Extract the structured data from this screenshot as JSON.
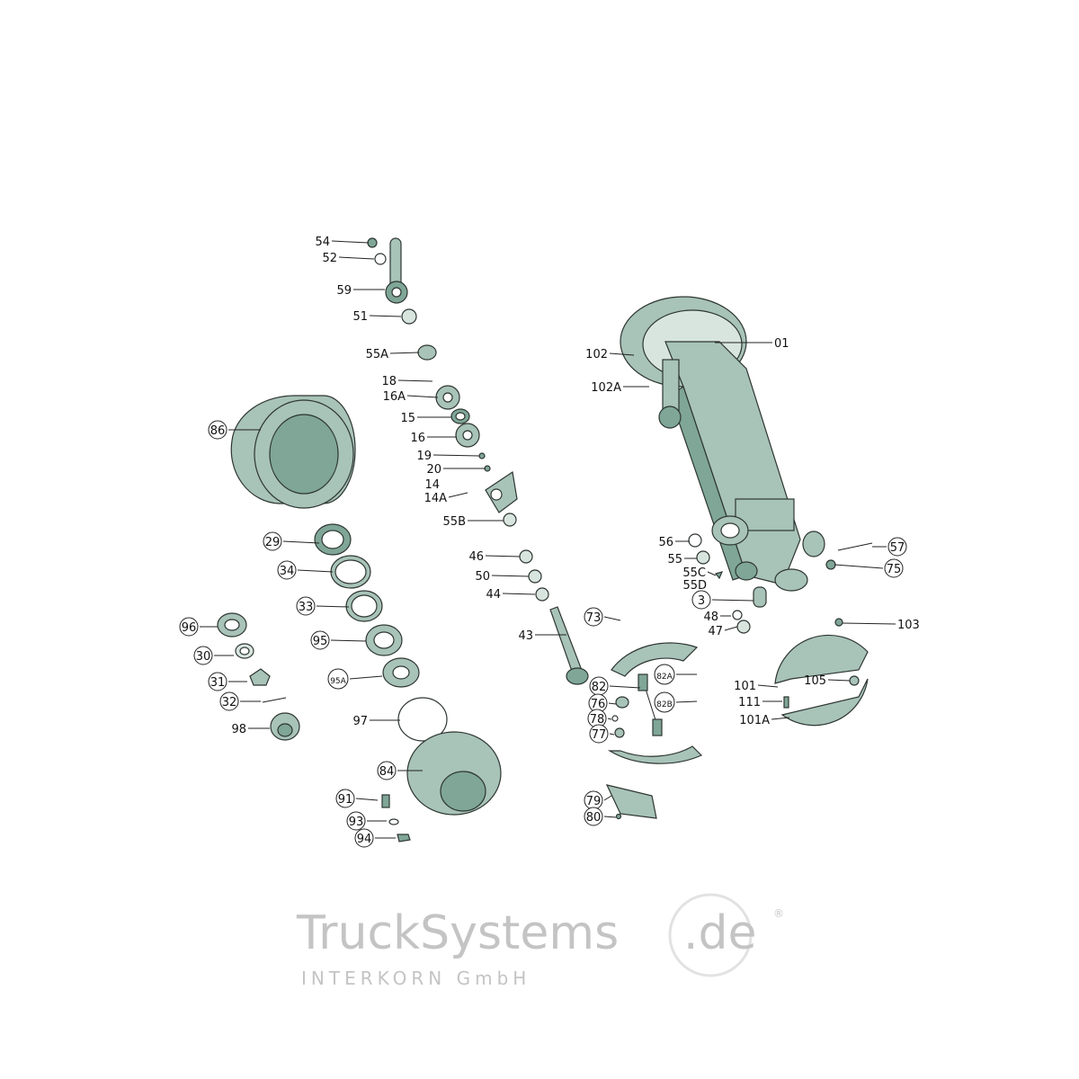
{
  "watermark": {
    "brand": "TruckSystems",
    "suffix": ".de",
    "company": "INTERKORN GmbH",
    "registered": "®"
  },
  "colors": {
    "part_fill": "#a8c3b8",
    "part_dark": "#7fa697",
    "outline": "#2d3532"
  },
  "callouts": [
    {
      "label": "54",
      "circled": false
    },
    {
      "label": "52",
      "circled": false
    },
    {
      "label": "59",
      "circled": false
    },
    {
      "label": "51",
      "circled": false
    },
    {
      "label": "55A",
      "circled": false
    },
    {
      "label": "18",
      "circled": false
    },
    {
      "label": "16A",
      "circled": false
    },
    {
      "label": "15",
      "circled": false
    },
    {
      "label": "16",
      "circled": false
    },
    {
      "label": "19",
      "circled": false
    },
    {
      "label": "20",
      "circled": false
    },
    {
      "label": "14",
      "circled": false
    },
    {
      "label": "14A",
      "circled": false
    },
    {
      "label": "55B",
      "circled": false
    },
    {
      "label": "46",
      "circled": false
    },
    {
      "label": "50",
      "circled": false
    },
    {
      "label": "44",
      "circled": false
    },
    {
      "label": "43",
      "circled": false
    },
    {
      "label": "56",
      "circled": false
    },
    {
      "label": "55",
      "circled": false
    },
    {
      "label": "55C",
      "circled": false
    },
    {
      "label": "55D",
      "circled": false
    },
    {
      "label": "3",
      "circled": true
    },
    {
      "label": "48",
      "circled": false
    },
    {
      "label": "47",
      "circled": false
    },
    {
      "label": "01",
      "circled": false
    },
    {
      "label": "102",
      "circled": false
    },
    {
      "label": "102A",
      "circled": false
    },
    {
      "label": "57",
      "circled": true
    },
    {
      "label": "75",
      "circled": true
    },
    {
      "label": "103",
      "circled": false
    },
    {
      "label": "101",
      "circled": false
    },
    {
      "label": "105",
      "circled": false
    },
    {
      "label": "111",
      "circled": false
    },
    {
      "label": "101A",
      "circled": false
    },
    {
      "label": "73",
      "circled": true
    },
    {
      "label": "82A",
      "circled": true
    },
    {
      "label": "82",
      "circled": true
    },
    {
      "label": "82B",
      "circled": true
    },
    {
      "label": "76",
      "circled": true
    },
    {
      "label": "78",
      "circled": true
    },
    {
      "label": "77",
      "circled": true
    },
    {
      "label": "79",
      "circled": true
    },
    {
      "label": "80",
      "circled": true
    },
    {
      "label": "86",
      "circled": true
    },
    {
      "label": "29",
      "circled": true
    },
    {
      "label": "34",
      "circled": true
    },
    {
      "label": "33",
      "circled": true
    },
    {
      "label": "96",
      "circled": true
    },
    {
      "label": "95",
      "circled": true
    },
    {
      "label": "30",
      "circled": true
    },
    {
      "label": "95A",
      "circled": true
    },
    {
      "label": "31",
      "circled": true
    },
    {
      "label": "32",
      "circled": true
    },
    {
      "label": "97",
      "circled": false
    },
    {
      "label": "98",
      "circled": false
    },
    {
      "label": "84",
      "circled": true
    },
    {
      "label": "91",
      "circled": true
    },
    {
      "label": "93",
      "circled": true
    },
    {
      "label": "94",
      "circled": true
    }
  ]
}
